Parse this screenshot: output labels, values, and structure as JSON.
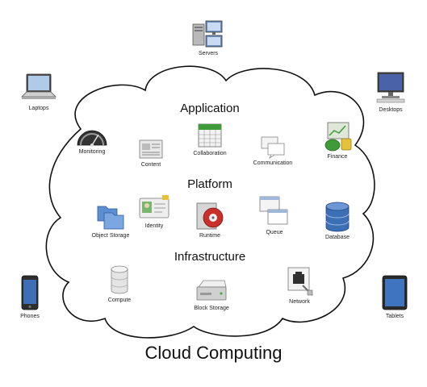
{
  "title": "Cloud Computing",
  "headings": {
    "application": "Application",
    "platform": "Platform",
    "infrastructure": "Infrastructure"
  },
  "devices": {
    "servers": {
      "label": "Servers",
      "icon": "servers-icon"
    },
    "laptops": {
      "label": "Laptops",
      "icon": "laptop-icon"
    },
    "desktops": {
      "label": "Desktops",
      "icon": "desktop-icon"
    },
    "phones": {
      "label": "Phones",
      "icon": "phone-icon"
    },
    "tablets": {
      "label": "Tablets",
      "icon": "tablet-icon"
    }
  },
  "application": {
    "monitoring": {
      "label": "Monitoring",
      "icon": "gauge-icon"
    },
    "content": {
      "label": "Content",
      "icon": "document-icon"
    },
    "collaboration": {
      "label": "Collaboration",
      "icon": "calendar-icon"
    },
    "communication": {
      "label": "Communication",
      "icon": "chat-icon"
    },
    "finance": {
      "label": "Finance",
      "icon": "finance-icon"
    }
  },
  "platform": {
    "object_storage": {
      "label": "Object Storage",
      "icon": "folders-icon"
    },
    "identity": {
      "label": "Identity",
      "icon": "id-card-icon"
    },
    "runtime": {
      "label": "Runtime",
      "icon": "runtime-icon"
    },
    "queue": {
      "label": "Queue",
      "icon": "queue-icon"
    },
    "database": {
      "label": "Database",
      "icon": "database-icon"
    }
  },
  "infrastructure": {
    "compute": {
      "label": "Compute",
      "icon": "compute-icon"
    },
    "block_storage": {
      "label": "Block Storage",
      "icon": "hard-drive-icon"
    },
    "network": {
      "label": "Network",
      "icon": "network-icon"
    }
  },
  "colors": {
    "cloud_stroke": "#111111",
    "cloud_fill": "#ffffff",
    "blue": "#3d6fb6",
    "green": "#3f9a3a",
    "gray": "#9a9a9a",
    "dark": "#333333"
  }
}
